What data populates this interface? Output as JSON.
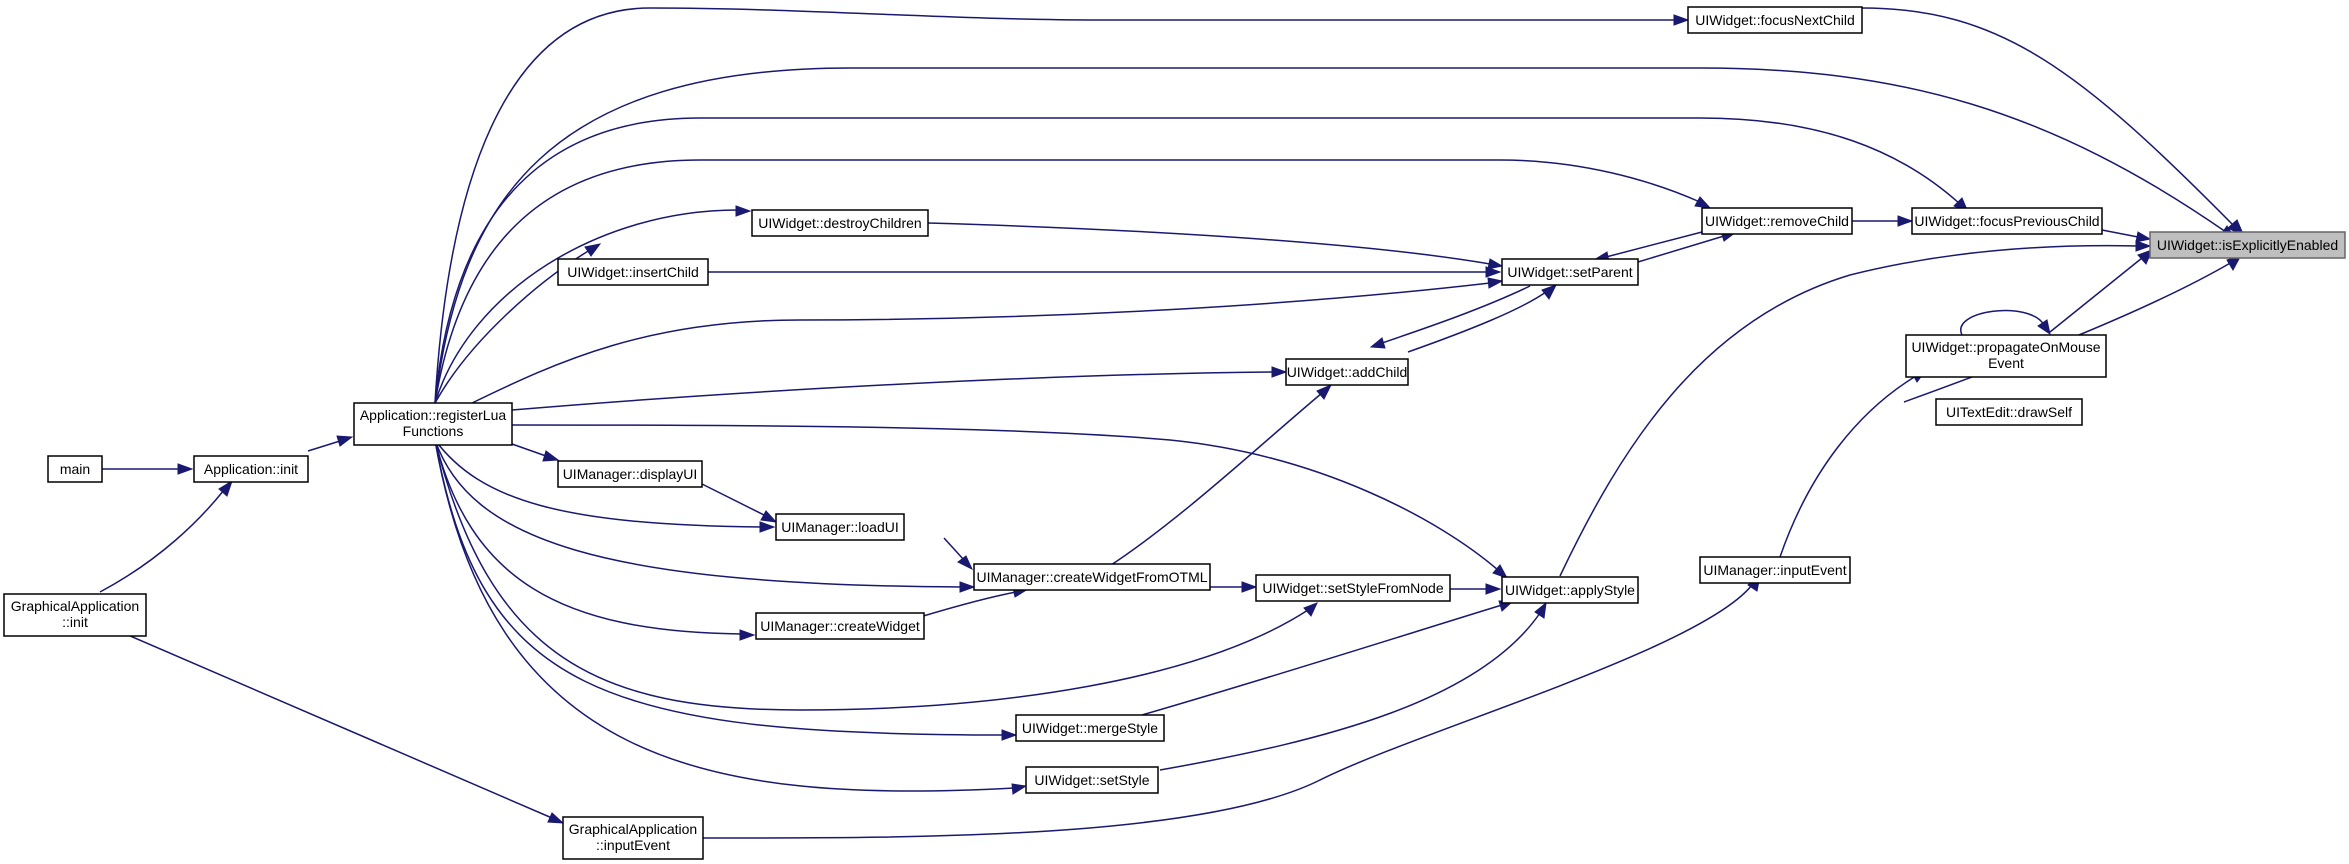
{
  "colors": {
    "edge": "#191970",
    "node_border": "#000000",
    "highlight_fill": "#bfbfbf"
  },
  "nodes": {
    "is_explicitly_enabled": "UIWidget::isExplicitlyEnabled",
    "focus_next_child": "UIWidget::focusNextChild",
    "focus_previous_child": "UIWidget::focusPreviousChild",
    "remove_child": "UIWidget::removeChild",
    "set_parent": "UIWidget::setParent",
    "destroy_children": "UIWidget::destroyChildren",
    "insert_child": "UIWidget::insertChild",
    "add_child": "UIWidget::addChild",
    "register_lua_functions": [
      "Application::registerLua",
      "Functions"
    ],
    "application_init": "Application::init",
    "main": "main",
    "graphical_application_init": [
      "GraphicalApplication",
      "::init"
    ],
    "display_ui": "UIManager::displayUI",
    "load_ui": "UIManager::loadUI",
    "create_widget_from_otml": "UIManager::createWidgetFromOTML",
    "create_widget": "UIManager::createWidget",
    "set_style_from_node": "UIWidget::setStyleFromNode",
    "apply_style": "UIWidget::applyStyle",
    "merge_style": "UIWidget::mergeStyle",
    "set_style": "UIWidget::setStyle",
    "graphical_application_input_event": [
      "GraphicalApplication",
      "::inputEvent"
    ],
    "ui_manager_input_event": "UIManager::inputEvent",
    "propagate_on_mouse_event": [
      "UIWidget::propagateOnMouse",
      "Event"
    ],
    "text_edit_draw_self": "UITextEdit::drawSelf"
  }
}
